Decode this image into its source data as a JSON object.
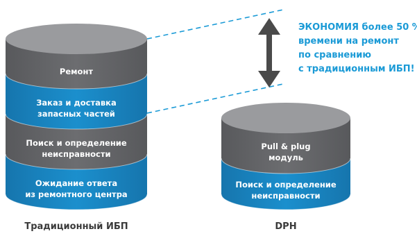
{
  "colors": {
    "gray_side": "#6c6d70",
    "gray_side_dark": "#58595c",
    "gray_top": "#9a9b9e",
    "blue_side": "#1b8fcd",
    "blue_side_dark": "#1675ad",
    "blue_top": "#55b3e3",
    "accent": "#1a9ad6",
    "caption": "#3a3a3a",
    "arrow": "#4a4a4a"
  },
  "diagram": {
    "traditional": {
      "segments": [
        {
          "lines": [
            "Ремонт"
          ],
          "color": "gray"
        },
        {
          "lines": [
            "Заказ и доставка",
            "запасных частей"
          ],
          "color": "blue"
        },
        {
          "lines": [
            "Поиск и определение",
            "неисправности"
          ],
          "color": "gray"
        },
        {
          "lines": [
            "Ожидание ответа",
            "из ремонтного центра"
          ],
          "color": "blue"
        }
      ],
      "caption": "Традиционный ИБП"
    },
    "dph": {
      "segments": [
        {
          "lines": [
            "Pull & plug",
            "модуль"
          ],
          "color": "gray"
        },
        {
          "lines": [
            "Поиск и определение",
            "неисправности"
          ],
          "color": "blue"
        }
      ],
      "caption": "DPH"
    },
    "callout": {
      "lines": [
        "ЭКОНОМИЯ более 50 %",
        "времени на ремонт",
        "по сравнению",
        "с традиционным ИБП!"
      ]
    },
    "icons": {
      "arrow": "double-headed-vertical-arrow"
    }
  }
}
